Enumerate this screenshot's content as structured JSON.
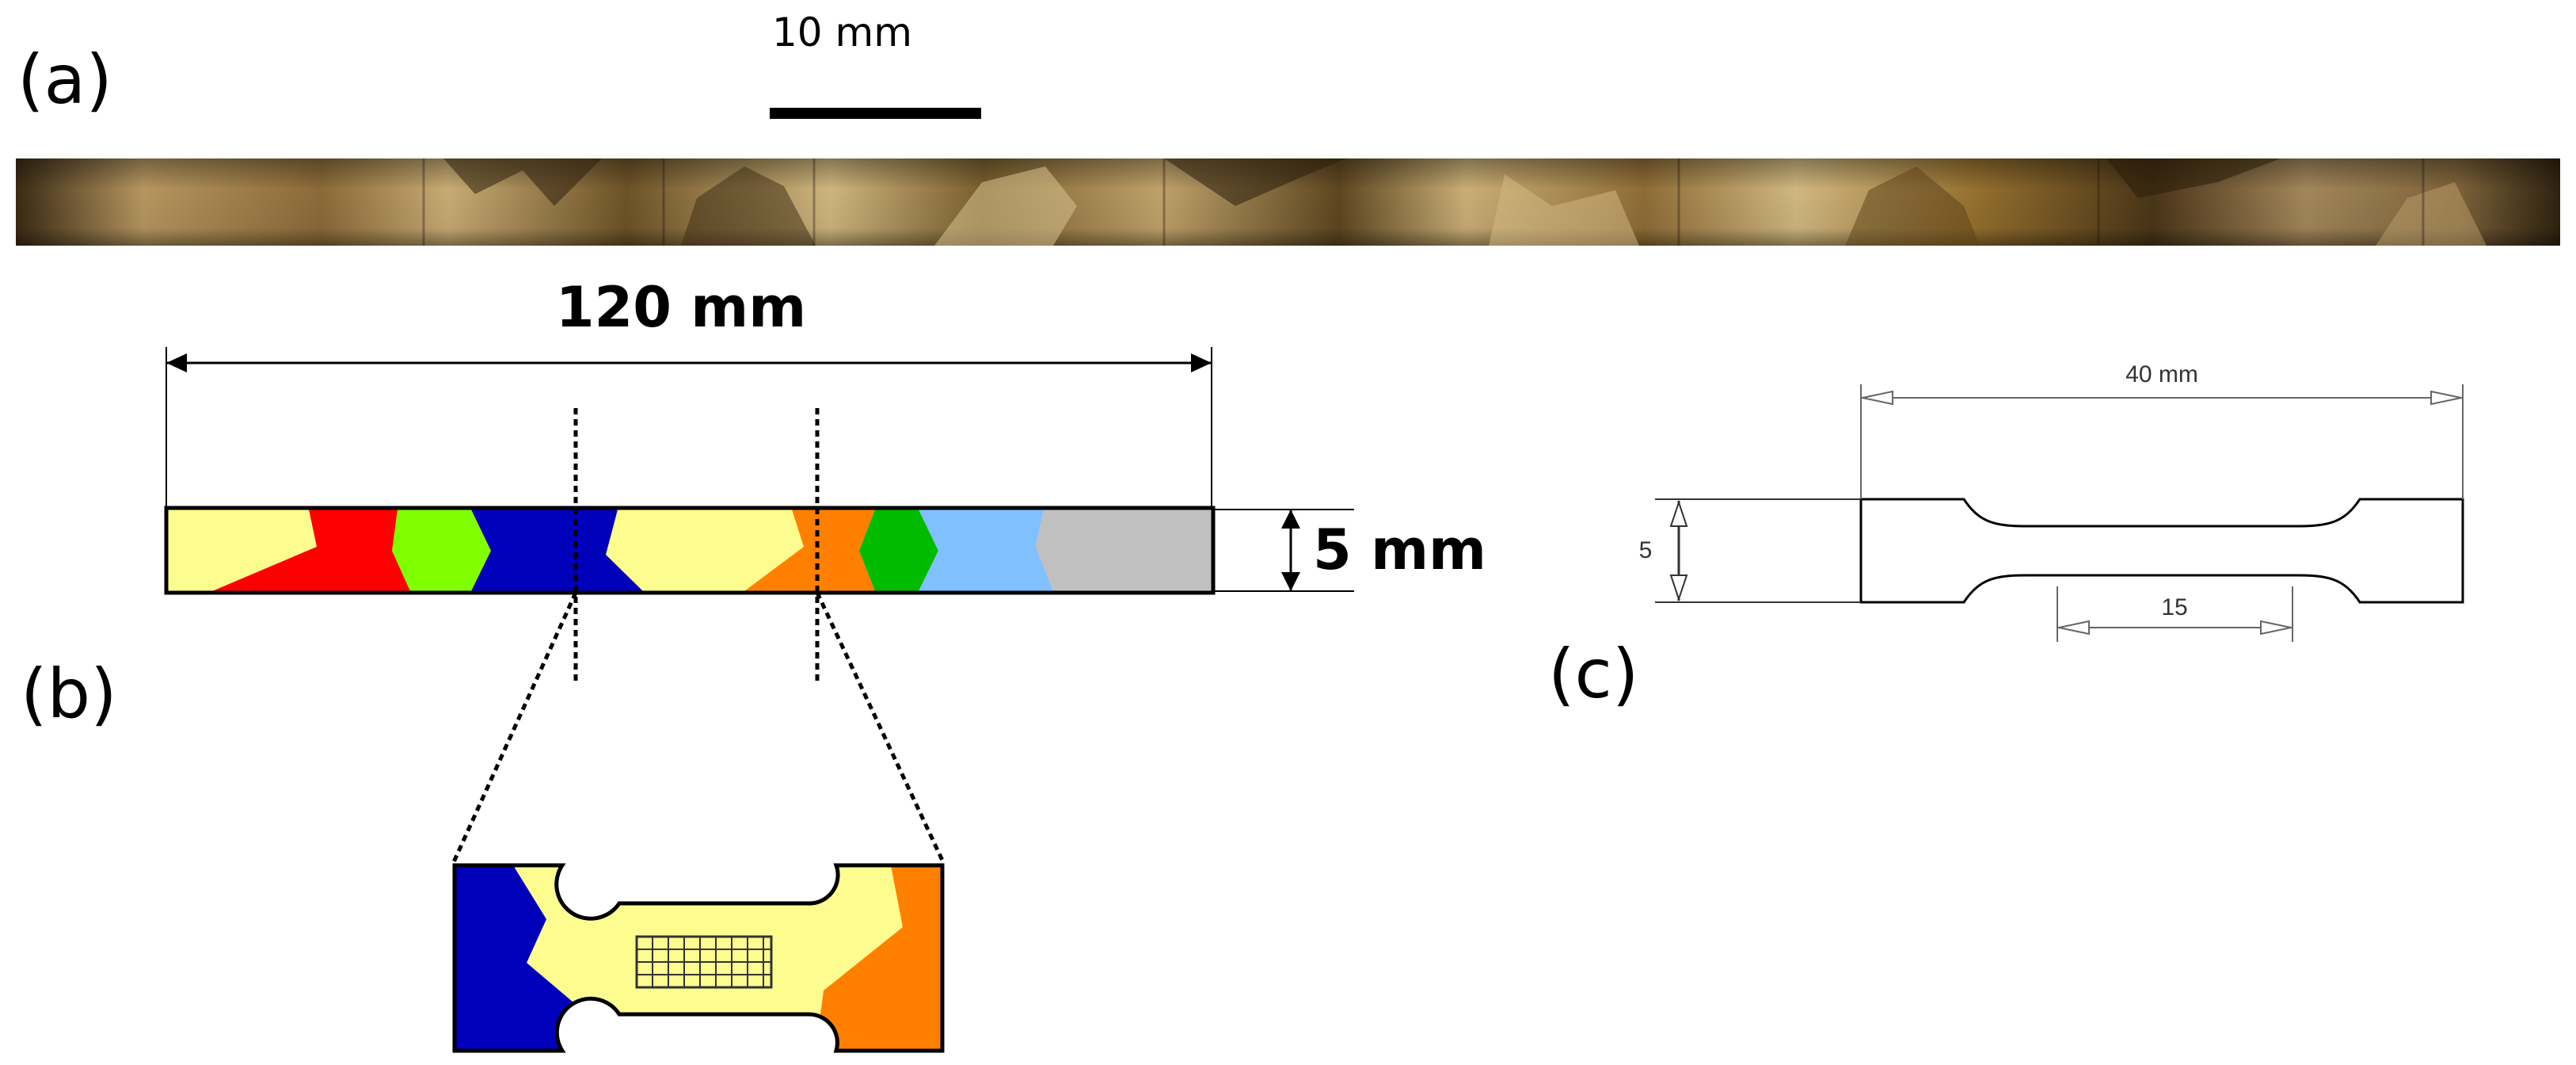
{
  "panels": {
    "a": {
      "label": "(a)",
      "scale_bar_label": "10 mm"
    },
    "b": {
      "label": "(b)",
      "length_label": "120 mm",
      "width_label": "5 mm"
    },
    "c": {
      "label": "(c)",
      "total_length_label": "40 mm",
      "width_label": "5",
      "gauge_length_label": "15"
    }
  },
  "colors": {
    "grain_yellow": "#fdfd8f",
    "grain_red": "#ff0000",
    "grain_lime": "#80ff00",
    "grain_blue": "#0000bb",
    "grain_orange": "#ff8000",
    "grain_green": "#00bb00",
    "grain_lightblue": "#80c0ff",
    "grain_gray": "#c0c0c0"
  }
}
